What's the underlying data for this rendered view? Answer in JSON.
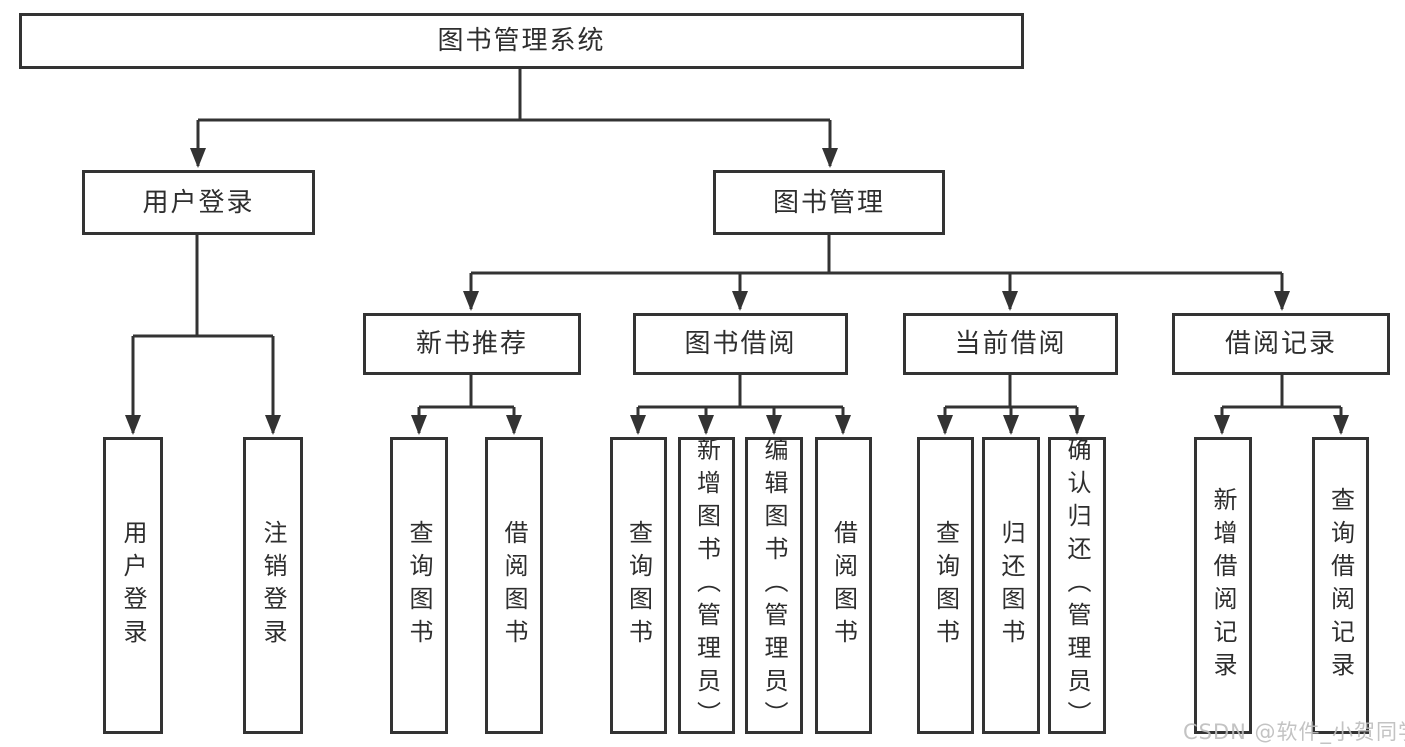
{
  "tree": {
    "root": "图书管理系统",
    "children": [
      {
        "label": "用户登录",
        "children": [
          "用户登录",
          "注销登录"
        ]
      },
      {
        "label": "图书管理",
        "children": [
          {
            "label": "新书推荐",
            "children": [
              "查询图书",
              "借阅图书"
            ]
          },
          {
            "label": "图书借阅",
            "children": [
              "查询图书",
              "新增图书（管理员）",
              "编辑图书（管理员）",
              "借阅图书"
            ]
          },
          {
            "label": "当前借阅",
            "children": [
              "查询图书",
              "归还图书",
              "确认归还（管理员）"
            ]
          },
          {
            "label": "借阅记录",
            "children": [
              "新增借阅记录",
              "查询借阅记录"
            ]
          }
        ]
      }
    ]
  },
  "watermark": {
    "text": "CSDN @软件_小贺同学"
  },
  "colors": {
    "stroke": "#333333",
    "text": "#2e2e2e",
    "watermark": "#bdbdbd",
    "bg": "#ffffff"
  }
}
